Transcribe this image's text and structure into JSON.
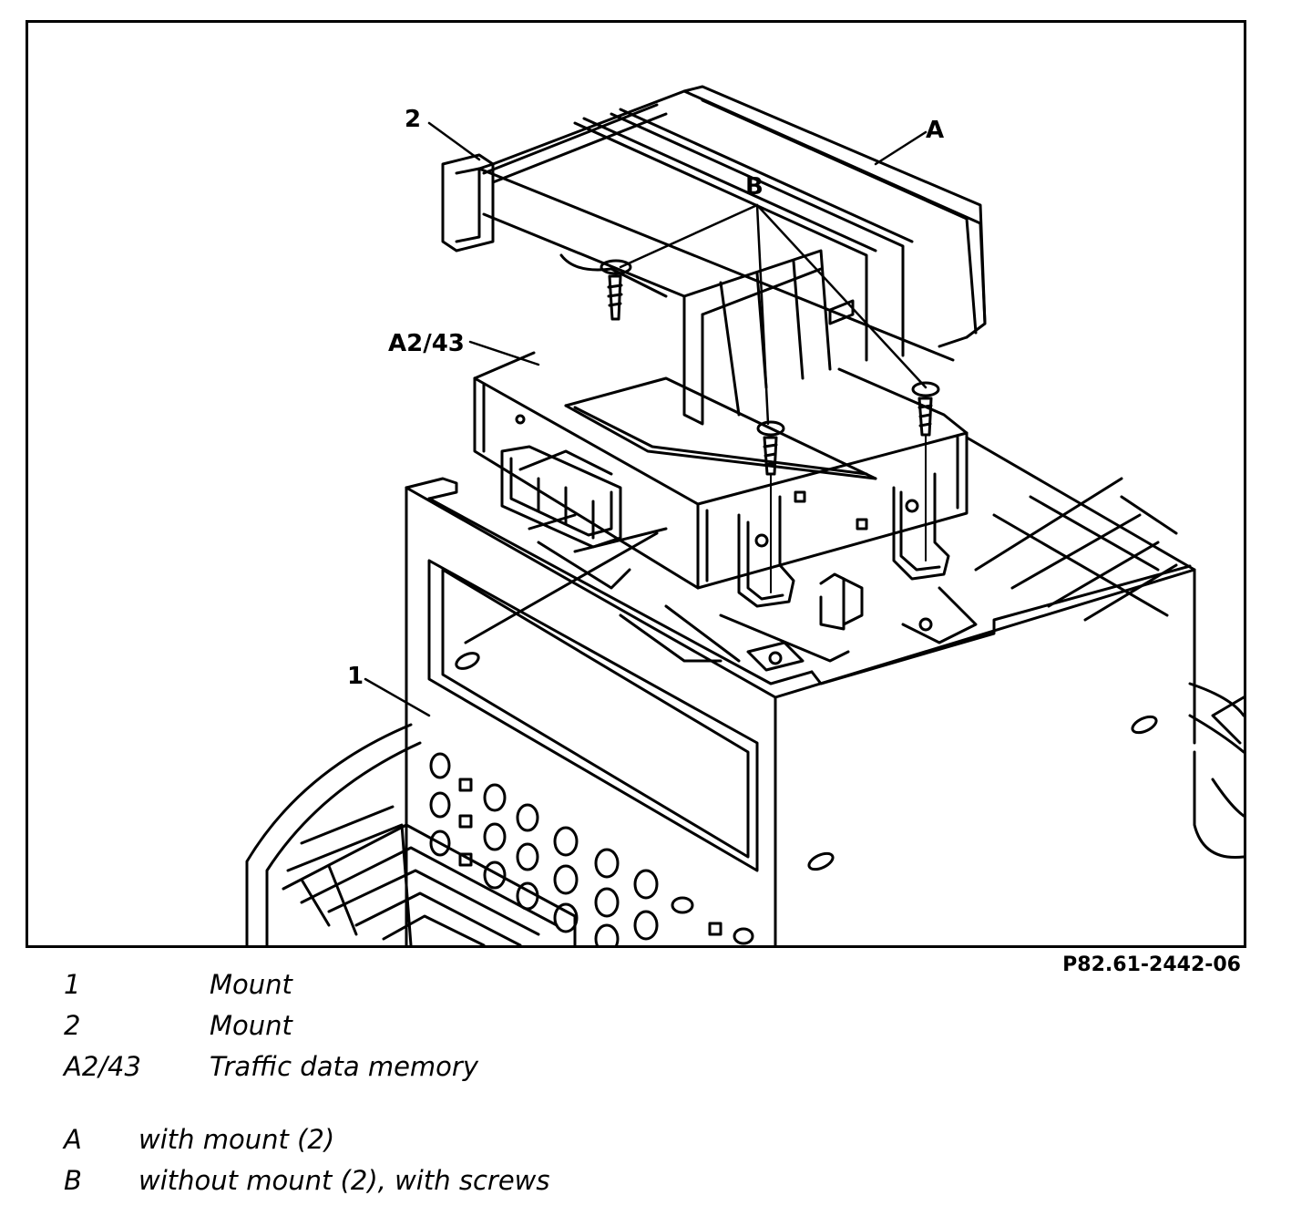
{
  "figure": {
    "callouts": {
      "mount_2": "2",
      "variant_a": "A",
      "variant_b": "B",
      "traffic_memory": "A2/43",
      "mount_1": "1"
    },
    "figure_id": "P82.61-2442-06"
  },
  "legend_parts": [
    {
      "key": "1",
      "desc": "Mount"
    },
    {
      "key": "2",
      "desc": "Mount"
    },
    {
      "key": "A2/43",
      "desc": "Traffic data memory"
    }
  ],
  "legend_variants": [
    {
      "key": "A",
      "desc": "with mount (2)"
    },
    {
      "key": "B",
      "desc": "without mount (2), with screws"
    }
  ]
}
